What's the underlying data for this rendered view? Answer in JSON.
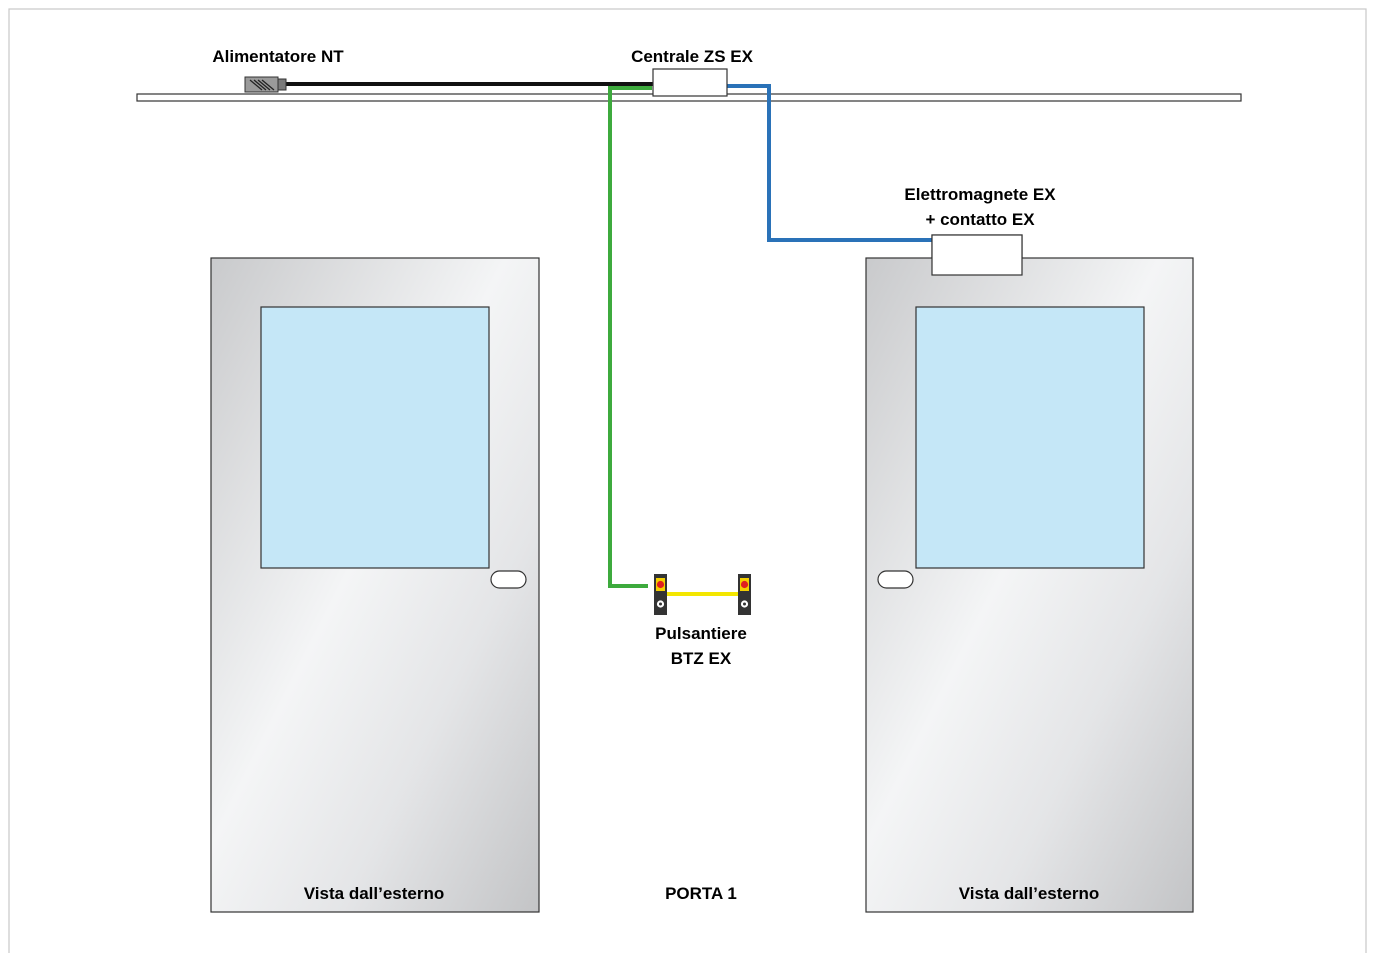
{
  "labels": {
    "power_supply": "Alimentatore NT",
    "control_unit": "Centrale ZS EX",
    "electromagnet_line1": "Elettromagnete EX",
    "electromagnet_line2": "+ contatto EX",
    "buttons_line1": "Pulsantiere",
    "buttons_line2": "BTZ EX",
    "left_door_caption": "Vista dall’esterno",
    "right_door_caption": "Vista dall’esterno",
    "door_caption": "PORTA 1"
  },
  "colors": {
    "power_cable": "#111111",
    "green_cable": "#3daa3d",
    "blue_cable": "#2a72b8",
    "yellow_cable": "#f3e600",
    "glass": "#c5e7f7",
    "button_red": "#e02020",
    "button_yellow": "#f5d000",
    "frame_border": "#c8c8c8"
  },
  "icons": {
    "power_supply": "power-supply-icon",
    "push_button": "push-button-icon"
  }
}
